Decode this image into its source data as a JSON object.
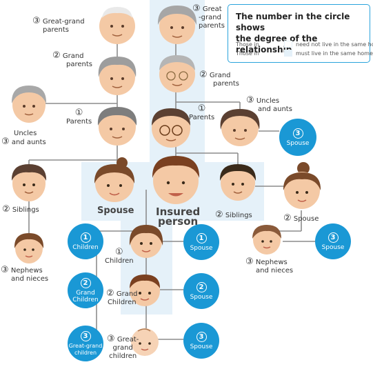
{
  "legend": {
    "title_line1": "The number in the circle shows",
    "title_line2": "the degree of the relationship",
    "row1_prefix": "Those in",
    "row1_suffix": "need not live in the same home",
    "row2_prefix": "Those in",
    "row2_suffix": "must live in the same home",
    "shade_color": "#e5f1f9"
  },
  "colors": {
    "line": "#8c8c8c",
    "bubble": "#1a98d5",
    "shade": "#e5f1f9"
  },
  "labels": {
    "great_grandparents_left": {
      "num": "③",
      "l1": "Great-grand",
      "l2": "parents"
    },
    "great_grandparents_right": {
      "num": "③",
      "l1": "Great",
      "l2": "-grand",
      "l3": "parents"
    },
    "grandparents_left": {
      "num": "②",
      "l1": "Grand",
      "l2": "parents"
    },
    "grandparents_right": {
      "num": "②",
      "l1": "Grand",
      "l2": "parents"
    },
    "parents_left": {
      "num": "①",
      "l1": "Parents"
    },
    "parents_right": {
      "num": "①",
      "l1": "Parents"
    },
    "uncles_left": {
      "num": "③",
      "l1": "Uncles",
      "l2": "and aunts"
    },
    "uncles_right": {
      "num": "③",
      "l1": "Uncles",
      "l2": "and aunts"
    },
    "siblings_left": {
      "num": "②",
      "l1": "Siblings"
    },
    "siblings_right": {
      "num": "②",
      "l1": "Siblings"
    },
    "spouse_center": "Spouse",
    "insured_l1": "Insured",
    "insured_l2": "person",
    "spouse_right": {
      "num": "②",
      "l1": "Spouse"
    },
    "nephews_left": {
      "num": "③",
      "l1": "Nephews",
      "l2": "and nieces"
    },
    "nephews_right": {
      "num": "③",
      "l1": "Nephews",
      "l2": "and nieces"
    },
    "children": {
      "num": "①",
      "l1": "Children"
    },
    "grandchildren": {
      "num": "②",
      "l1": "Grand",
      "l2": "Children"
    },
    "greatgrandchildren": {
      "num": "③",
      "l1": "Great-",
      "l2": "grand",
      "l3": "children"
    }
  },
  "bubbles": {
    "uncle_spouse": {
      "num": "3",
      "text": "Spouse"
    },
    "children": {
      "num": "1",
      "text": "Children"
    },
    "grandchildren": {
      "num": "2",
      "t1": "Grand",
      "t2": "Children"
    },
    "greatgrandchildren": {
      "num": "3",
      "t1": "Great-grand",
      "t2": "children"
    },
    "child_spouse": {
      "num": "1",
      "text": "Spouse"
    },
    "grandchild_spouse": {
      "num": "2",
      "text": "Spouse"
    },
    "greatgrandchild_spouse": {
      "num": "3",
      "text": "Spouse"
    },
    "nephew_spouse": {
      "num": "3",
      "text": "Spouse"
    }
  }
}
